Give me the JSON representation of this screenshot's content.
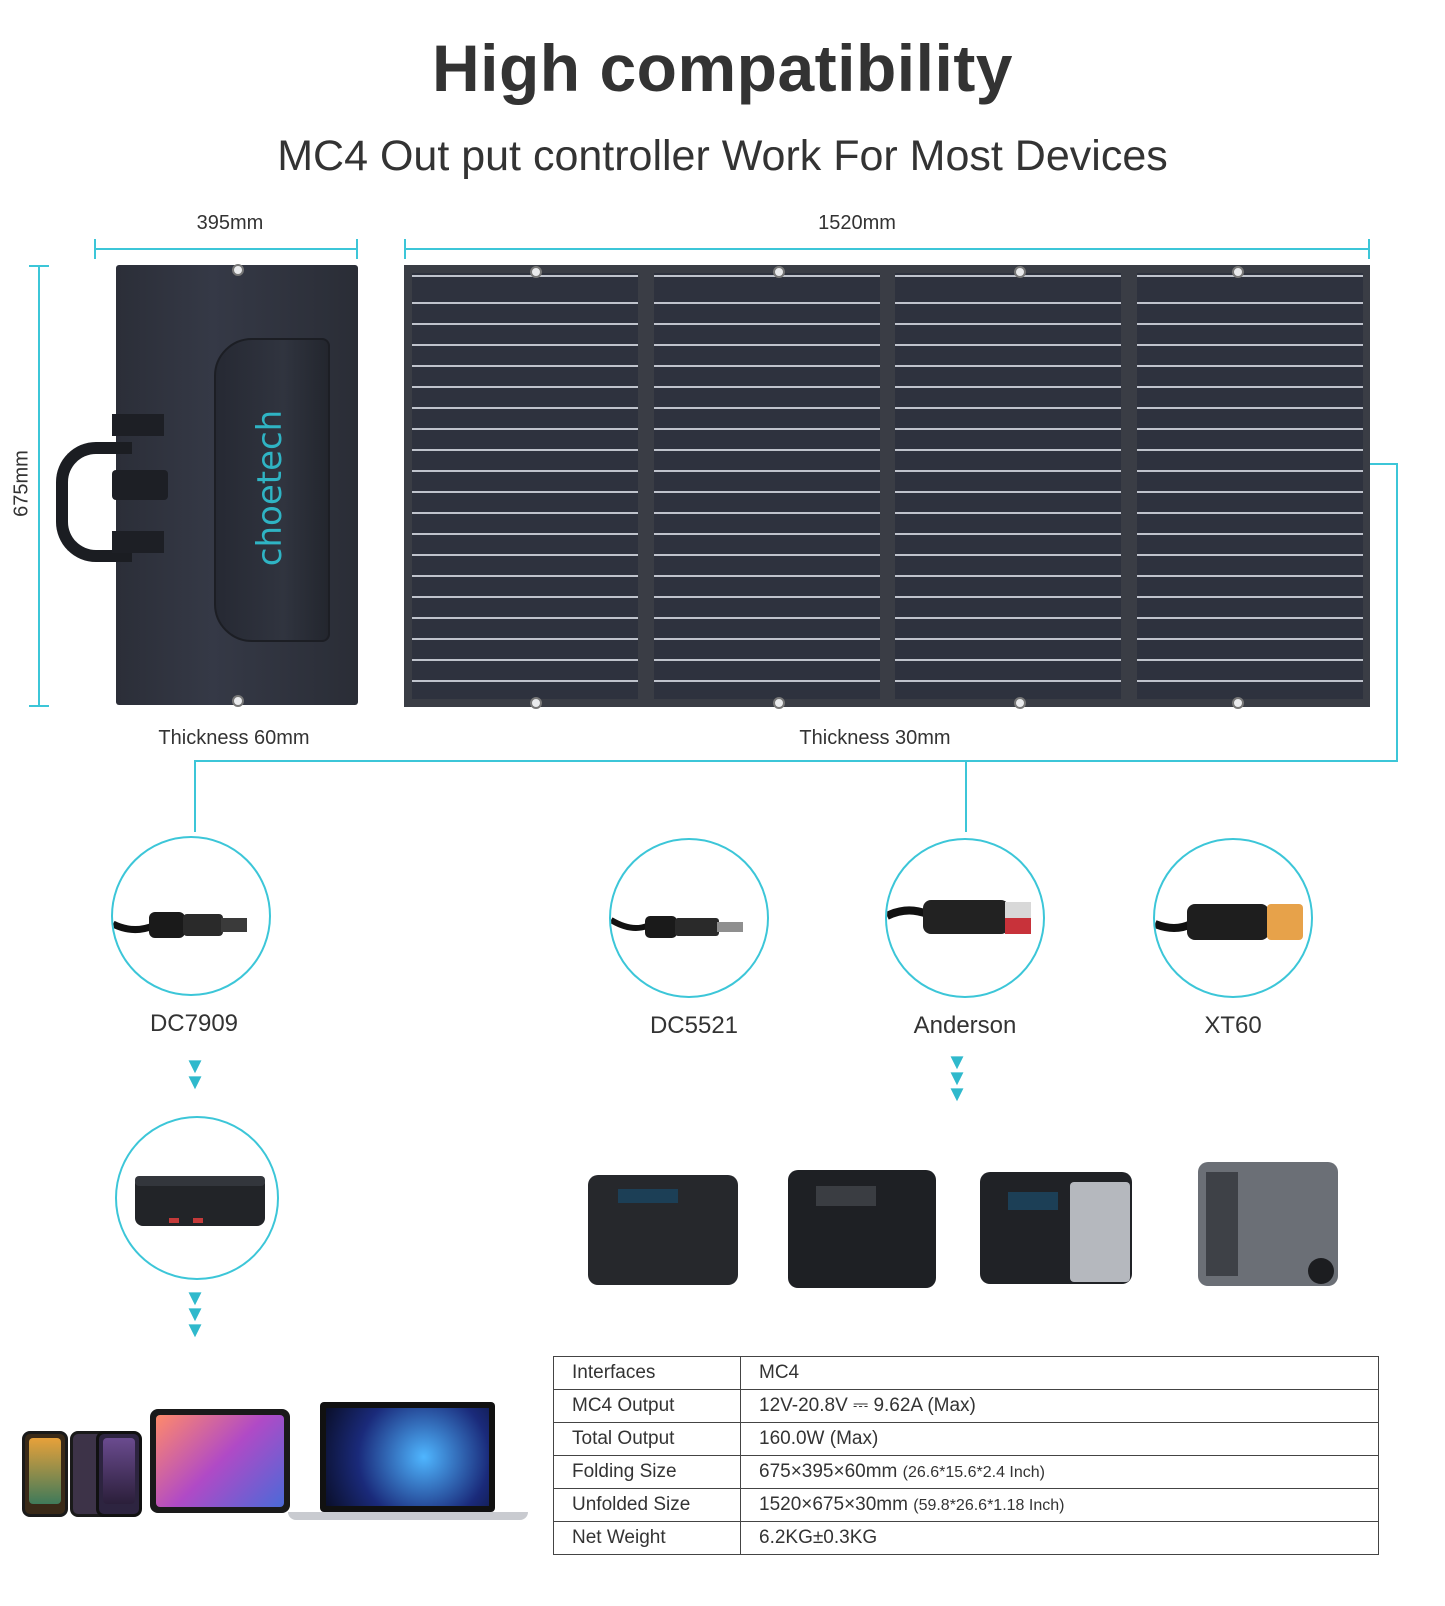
{
  "title": "High compatibility",
  "subtitle": "MC4 Out put controller Work For Most Devices",
  "dimensions": {
    "folded_width": "395mm",
    "unfolded_width": "1520mm",
    "height": "675mm",
    "folded_thickness": "Thickness 60mm",
    "unfolded_thickness": "Thickness 30mm"
  },
  "brand": "choetech",
  "connectors": [
    {
      "label": "DC7909"
    },
    {
      "label": "DC5521"
    },
    {
      "label": "Anderson"
    },
    {
      "label": "XT60"
    }
  ],
  "colors": {
    "accent": "#3cc6d8",
    "panel": "#2e323e"
  },
  "specs": [
    {
      "key": "Interfaces",
      "value": "MC4",
      "note": ""
    },
    {
      "key": "MC4 Output",
      "value": "12V-20.8V ⎓ 9.62A (Max)",
      "note": ""
    },
    {
      "key": "Total Output",
      "value": "160.0W (Max)",
      "note": ""
    },
    {
      "key": "Folding Size",
      "value": "675×395×60mm",
      "note": "(26.6*15.6*2.4 Inch)"
    },
    {
      "key": "Unfolded Size",
      "value": "1520×675×30mm",
      "note": "(59.8*26.6*1.18 Inch)"
    },
    {
      "key": "Net Weight",
      "value": "6.2KG±0.3KG",
      "note": ""
    }
  ]
}
